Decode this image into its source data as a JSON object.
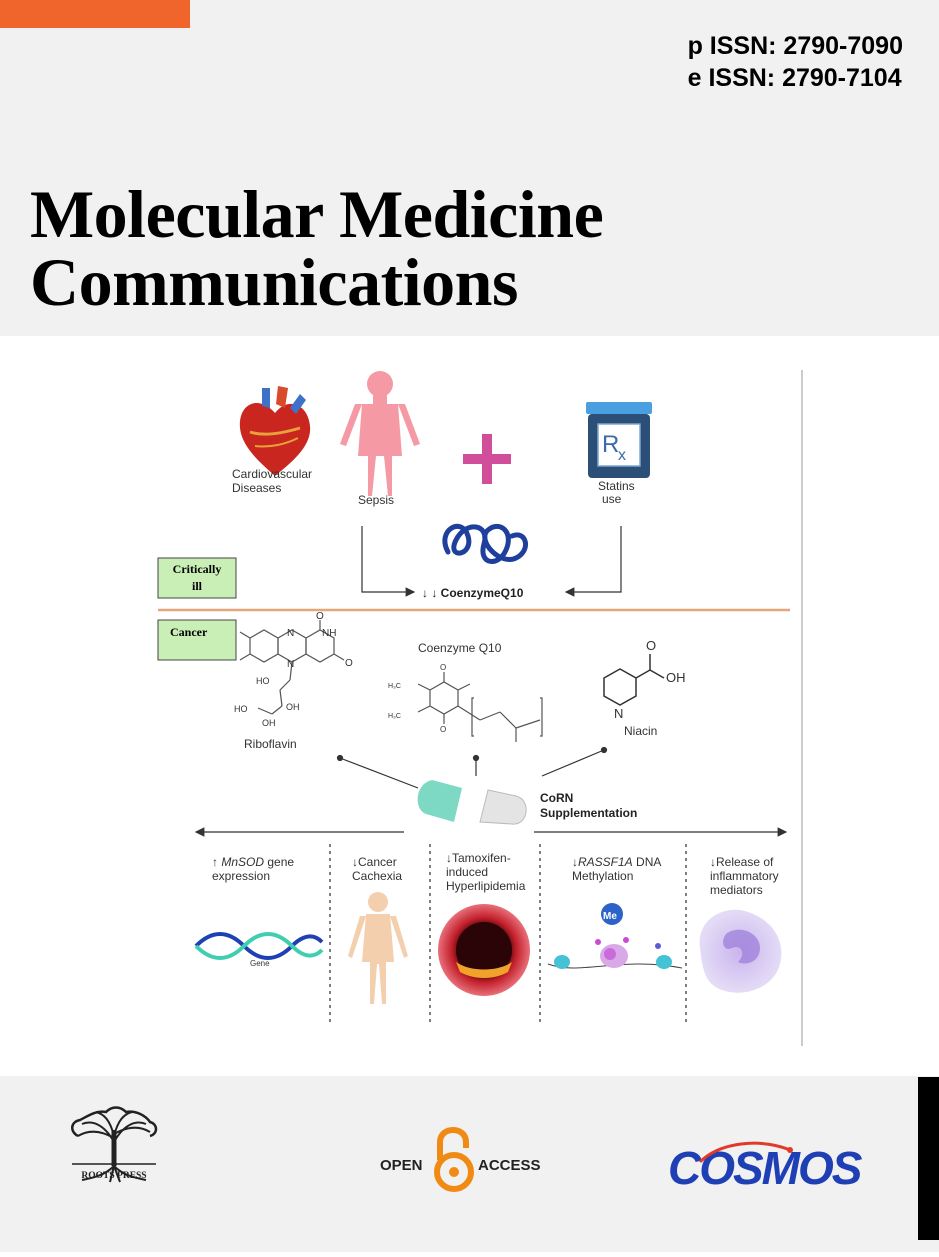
{
  "issn": {
    "print": "p ISSN: 2790-7090",
    "online": "e ISSN: 2790-7104"
  },
  "journal": {
    "title_line1": "Molecular Medicine",
    "title_line2": "Communications"
  },
  "figure": {
    "top_labels": {
      "cardio_line1": "Cardiovascular",
      "cardio_line2": "Diseases",
      "sepsis": "Sepsis",
      "statins_line1": "Statins",
      "statins_line2": "use",
      "rx": "R",
      "rx_sub": "x"
    },
    "critically_ill_line1": "Critically",
    "critically_ill_line2": "ill",
    "coq_down": "↓ ↓ CoenzymeQ10",
    "cancer": "Cancer",
    "coenzyme_q10": "Coenzyme Q10",
    "riboflavin": "Riboflavin",
    "niacin": "Niacin",
    "corn_line1": "CoRN",
    "corn_line2": "Supplementation",
    "outcomes": {
      "mnsod_arrow": "↑",
      "mnsod_gene": "MnSOD",
      "mnsod_rest": "gene",
      "mnsod_line2": "expression",
      "gene_label": "Gene",
      "cachexia_line1": "↓Cancer",
      "cachexia_line2": "Cachexia",
      "tamox_line1": "↓Tamoxifen-",
      "tamox_line2": "induced",
      "tamox_line3": "Hyperlipidemia",
      "rassf_arrow": "↓",
      "rassf_gene": "RASSF1A",
      "rassf_rest": "DNA",
      "rassf_line2": "Methylation",
      "me": "Me",
      "release_line1": "↓Release of",
      "release_line2": "inflammatory",
      "release_line3": "mediators"
    },
    "molecule_atoms": {
      "nh": "NH",
      "o": "O",
      "n": "N",
      "ho": "HO",
      "oh": "OH",
      "h3c": "H₃C"
    }
  },
  "footer": {
    "roots_press": "ROOTS PRESS",
    "open": "OPEN",
    "access": "ACCESS",
    "cosmos": "COSMOS"
  },
  "colors": {
    "orange": "#f0652b",
    "header_bg": "#f1f1f1",
    "critically_box": "#c9efb6",
    "cosmos_blue": "#1f3fb5",
    "open_access_orange": "#f08a14"
  }
}
